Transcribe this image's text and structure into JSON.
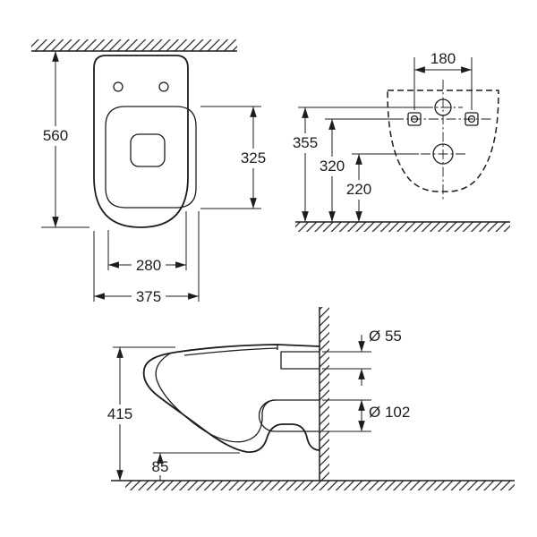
{
  "colors": {
    "line": "#1d1d1b",
    "background": "#ffffff"
  },
  "top_view": {
    "depth": "560",
    "bowl_depth": "325",
    "bowl_width": "280",
    "overall_width": "375"
  },
  "back_view": {
    "fixing_hole_spacing": "180",
    "inlet_height": "355",
    "fixing_height": "320",
    "outlet_height": "220"
  },
  "side_view": {
    "height": "415",
    "floor_clearance": "85",
    "inlet_diameter": "Ø 55",
    "outlet_diameter": "Ø 102"
  }
}
